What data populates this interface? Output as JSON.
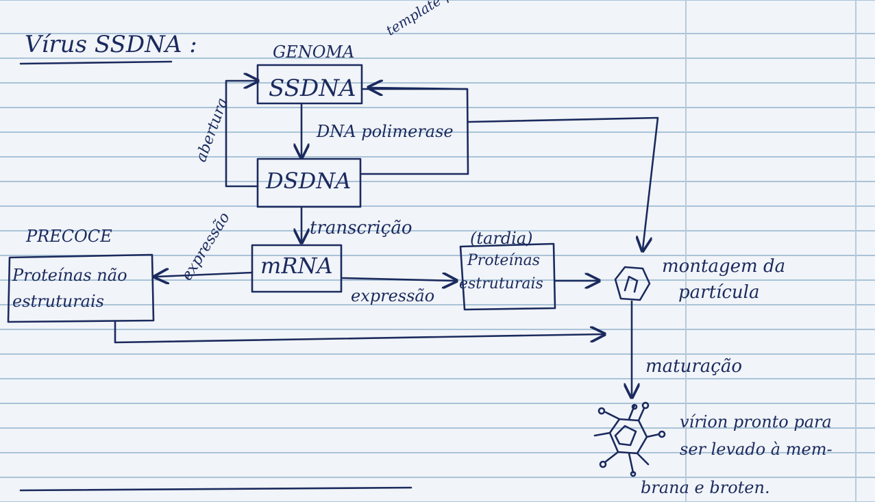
{
  "diagram": {
    "title": "Vírus SSDNA :",
    "nodes": {
      "genoma_label": "GENOMA",
      "ssdna": "SSDNA",
      "dsdna": "DSDNA",
      "mrna": "mRNA",
      "precoce_label": "PRECOCE",
      "proteinas_nao_estruturais_line1": "Proteínas não",
      "proteinas_nao_estruturais_line2": "estruturais",
      "tardia_label": "(tardia)",
      "proteinas_estruturais_line1": "Proteínas",
      "proteinas_estruturais_line2": "estruturais",
      "montagem_line1": "montagem da",
      "montagem_line2": "partícula",
      "virion_line1": "vírion pronto para",
      "virion_line2": "ser levado à mem-",
      "virion_line3": "brana e broten."
    },
    "edges": {
      "template": "template para síntese genômica",
      "dna_polimerase": "DNA polimerase",
      "abertura": "abertura",
      "transcricao": "transcrição",
      "expressao_precoce": "expressão",
      "expressao_tardia": "expressão",
      "maturacao": "maturação"
    }
  }
}
